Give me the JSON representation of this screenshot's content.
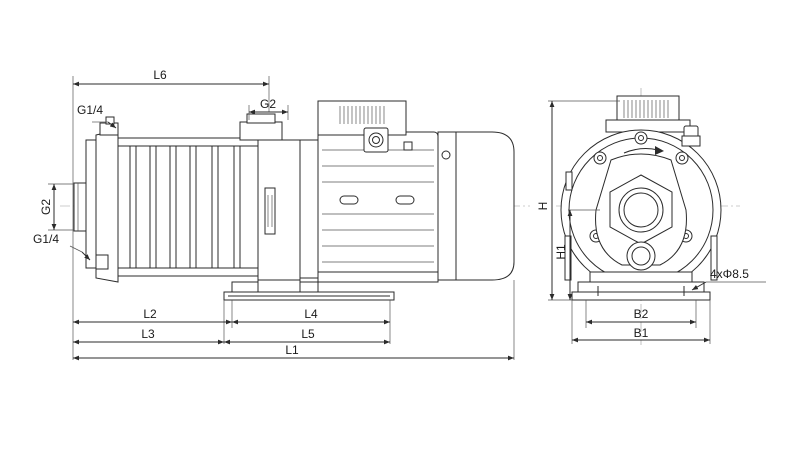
{
  "labels": {
    "L6": "L6",
    "G2_top": "G2",
    "G1_4_top": "G1/4",
    "G2_side": "G2",
    "G1_4_side": "G1/4",
    "L2": "L2",
    "L4": "L4",
    "L3": "L3",
    "L5": "L5",
    "L1": "L1",
    "H": "H",
    "H1": "H1",
    "holes": "4xΦ8.5",
    "B2": "B2",
    "B1": "B1"
  }
}
